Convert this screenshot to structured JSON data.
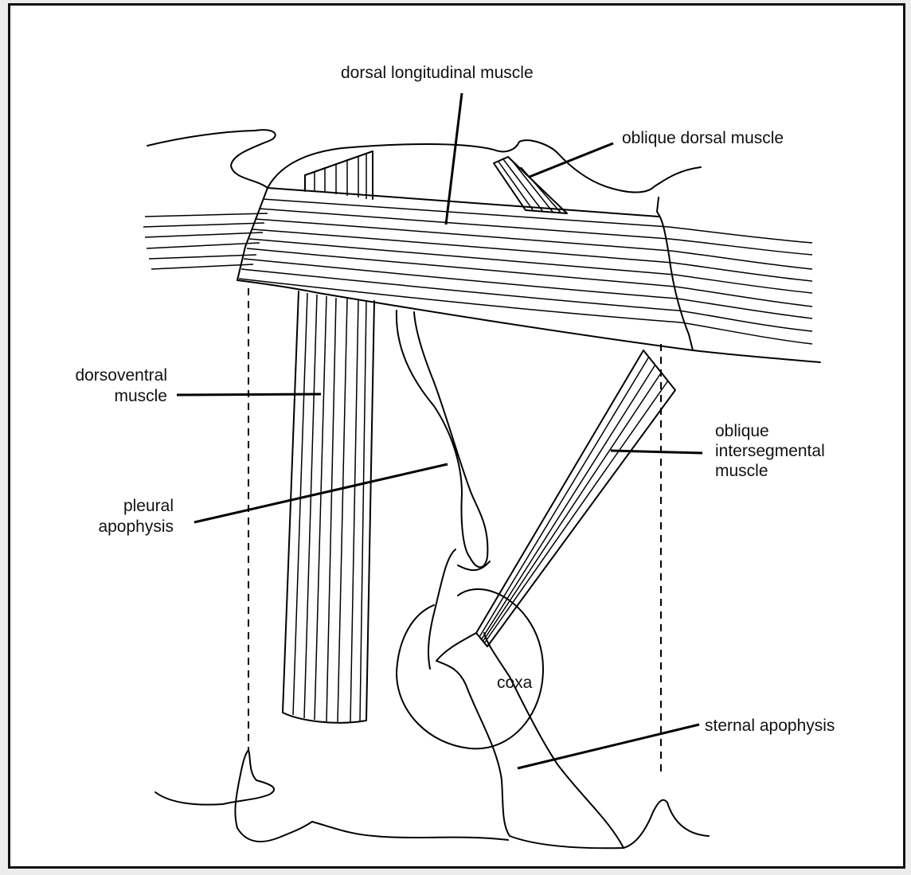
{
  "labels": {
    "dorsal_longitudinal": "dorsal longitudinal muscle",
    "oblique_dorsal": "oblique dorsal muscle",
    "dorsoventral_1": "dorsoventral",
    "dorsoventral_2": "muscle",
    "pleural_1": "pleural",
    "pleural_2": "apophysis",
    "oblique_inter_1": "oblique",
    "oblique_inter_2": "intersegmental",
    "oblique_inter_3": "muscle",
    "coxa": "coxa",
    "sternal": "sternal apophysis"
  }
}
